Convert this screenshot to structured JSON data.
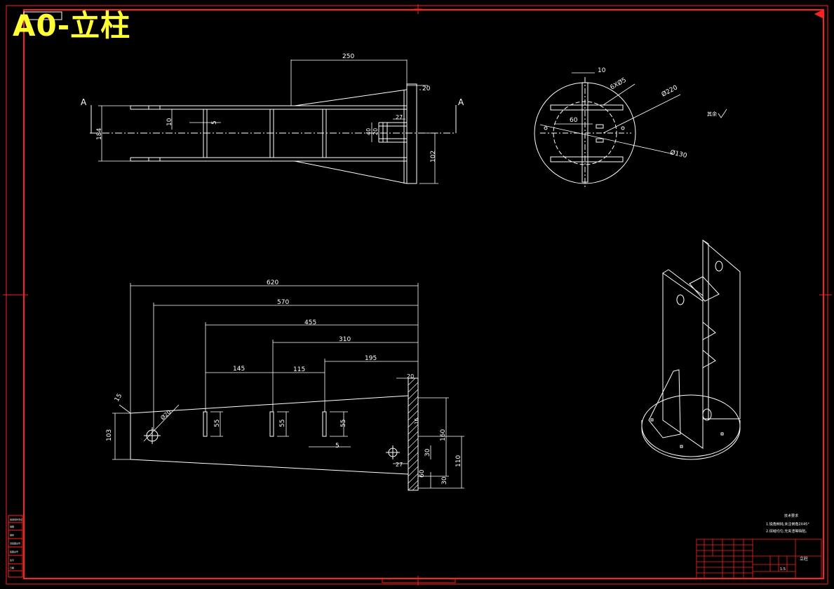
{
  "title": "A0-立柱",
  "colors": {
    "frame": "#ff2020",
    "drawing": "#ffffff",
    "title": "#ffff33",
    "background": "#000000",
    "dimension": "#ffffff"
  },
  "top_view": {
    "section_left": "A",
    "section_right": "A",
    "dims": {
      "length": "250",
      "plate_thk": "20",
      "height": "184",
      "rib_thk": "10",
      "gap": "5",
      "c27": "27",
      "c40": "40",
      "c20": "20",
      "c102": "102"
    }
  },
  "flange_view": {
    "dims": {
      "slot": "10",
      "holes": "6XØ5",
      "outer": "Ø220",
      "bolt_circle": "Ø130",
      "pitch": "60"
    },
    "roughness_note": "其余"
  },
  "side_view": {
    "dims": {
      "d620": "620",
      "d570": "570",
      "d455": "455",
      "d310": "310",
      "d195": "195",
      "d145": "145",
      "d115": "115",
      "d20": "20",
      "d103": "103",
      "d55a": "55",
      "d55b": "55",
      "d55c": "55",
      "d5": "5",
      "d160": "160",
      "d110": "110",
      "d30a": "30",
      "d30b": "30",
      "d27": "27",
      "d60": "60",
      "d15": "15",
      "hole": "Ø20",
      "d16": "16"
    }
  },
  "tech_note": {
    "heading": "技术要求",
    "line1": "1.锐角倒钝,未注倒角2X45°",
    "line2": "2.焊缝均匀,无夹渣等缺陷。"
  },
  "title_block": {
    "part_name": "立柱",
    "scale": "1:5"
  },
  "side_strip": [
    "借通用件登记",
    "描图",
    "描校",
    "旧底图总号",
    "底图总号",
    "签字",
    "日期"
  ]
}
